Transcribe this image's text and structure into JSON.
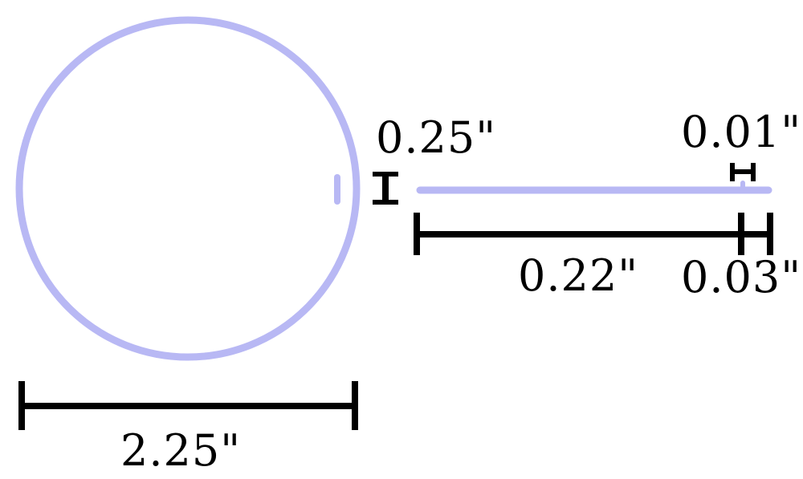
{
  "diagram": {
    "labels": {
      "circle_diameter": "2.25\"",
      "tab_height": "0.25\"",
      "tab_thickness": "0.01\"",
      "tab_length": "0.22\"",
      "tab_offset": "0.03\""
    }
  },
  "colors": {
    "outline": "#b8b8f4",
    "dimension": "#000000",
    "background": "#ffffff"
  }
}
